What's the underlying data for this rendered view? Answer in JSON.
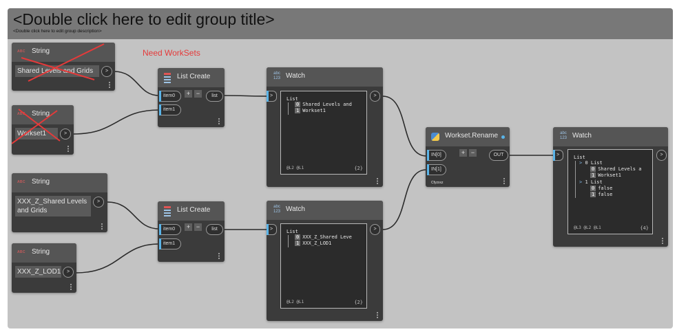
{
  "group": {
    "title": "<Double click here to edit group title>",
    "description": "<Double click here to edit group description>"
  },
  "annotation": "Need WorkSets",
  "string_nodes": [
    {
      "title": "String",
      "abc": "ABC",
      "value": "Shared Levels and Grids",
      "out": ">"
    },
    {
      "title": "String",
      "abc": "ABC",
      "value": "Workset1",
      "out": ">"
    },
    {
      "title": "String",
      "abc": "ABC",
      "value": "XXX_Z_Shared Levels and Grids",
      "out": ">"
    },
    {
      "title": "String",
      "abc": "ABC",
      "value": "XXX_Z_LOD1",
      "out": ">"
    }
  ],
  "list_create_nodes": [
    {
      "title": "List Create",
      "in0": "item0",
      "in1": "item1",
      "plus": "+",
      "minus": "−",
      "out": "list"
    },
    {
      "title": "List Create",
      "in0": "item0",
      "in1": "item1",
      "plus": "+",
      "minus": "−",
      "out": "list"
    }
  ],
  "watch_nodes": [
    {
      "title": "Watch",
      "icon": "abc 123",
      "in": ">",
      "out": ">",
      "lines": [
        "List",
        "0 Shared Levels and",
        "1 Workset1"
      ],
      "levels": "@L2 @L1",
      "count": "{2}"
    },
    {
      "title": "Watch",
      "icon": "abc 123",
      "in": ">",
      "out": ">",
      "lines": [
        "List",
        "0 XXX_Z_Shared Leve",
        "1 XXX_Z_LOD1"
      ],
      "levels": "@L2 @L1",
      "count": "{2}"
    },
    {
      "title": "Watch",
      "icon": "abc 123",
      "in": ">",
      "out": ">",
      "lines": [
        "List",
        "0 List",
        "0 Shared Levels a",
        "1 Workset1",
        "1 List",
        "0 false",
        "1 false"
      ],
      "levels": "@L3 @L2 @L1",
      "count": "{4}"
    }
  ],
  "python_node": {
    "title": "Workset.Rename",
    "in0": "IN[0]",
    "in1": "IN[1]",
    "plus": "+",
    "minus": "−",
    "out": "OUT",
    "id_text": "Cfyzxxz"
  },
  "colors": {
    "canvas": "#ffffff",
    "group_bg": "#c3c3c3",
    "group_header": "#787878",
    "node_body": "#3b3b3b",
    "node_header": "#555555",
    "port_accent": "#5ab4e8",
    "annotation_red": "#e53a3a",
    "wire": "#2b2b2b"
  },
  "icons": [
    "abc-icon",
    "list-create-icon",
    "watch-icon",
    "python-icon",
    "grip-icon",
    "red-cross-icon"
  ]
}
